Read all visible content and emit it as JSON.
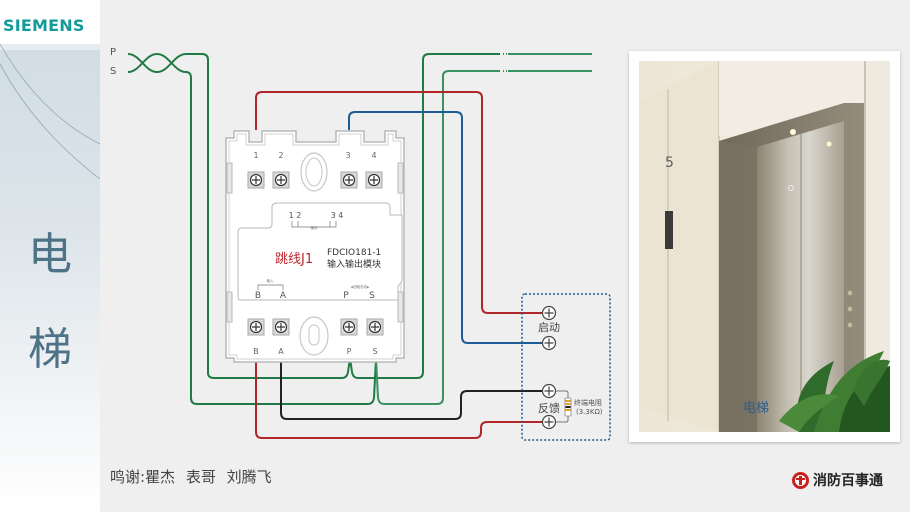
{
  "slide": {
    "brand_logo": "SIEMENS",
    "side_title": [
      "电",
      "梯"
    ],
    "credits": "鸣谢:瞿杰  表哥  刘腾飞",
    "publisher": "消防百事通"
  },
  "colors": {
    "loop_bus_green": "#1f7a45",
    "start_red": "#b0262b",
    "start_blue": "#1d5c94",
    "feedback_black": "#222222",
    "feedback_red": "#b0262b",
    "logo_teal": "#139a9a",
    "jumper_label_red": "#c0272d",
    "box_dotted_blue": "#1d5c94"
  },
  "bus": {
    "p_label": "P",
    "s_label": "S"
  },
  "module": {
    "model": "FDCIO181-1",
    "description": "输入输出模块",
    "jumper_label": "跳线J1",
    "top_terminals": [
      "1",
      "2",
      "3",
      "4"
    ],
    "bottom_terminals": [
      "B",
      "A",
      "P",
      "S"
    ],
    "jumper_top_labels": [
      "1 2",
      "3 4"
    ],
    "output_caption": "输出",
    "input_caption": "输入",
    "loop_bus_caption": "◄回路总线►",
    "inner_bottom_labels": [
      "B",
      "A",
      "P",
      "S"
    ]
  },
  "elevator_box": {
    "start_label": "启动",
    "feedback_label": "反馈",
    "resistor_label": "终端电阻",
    "resistor_value": "(3.3KΩ)"
  },
  "photo": {
    "caption": "电梯"
  }
}
